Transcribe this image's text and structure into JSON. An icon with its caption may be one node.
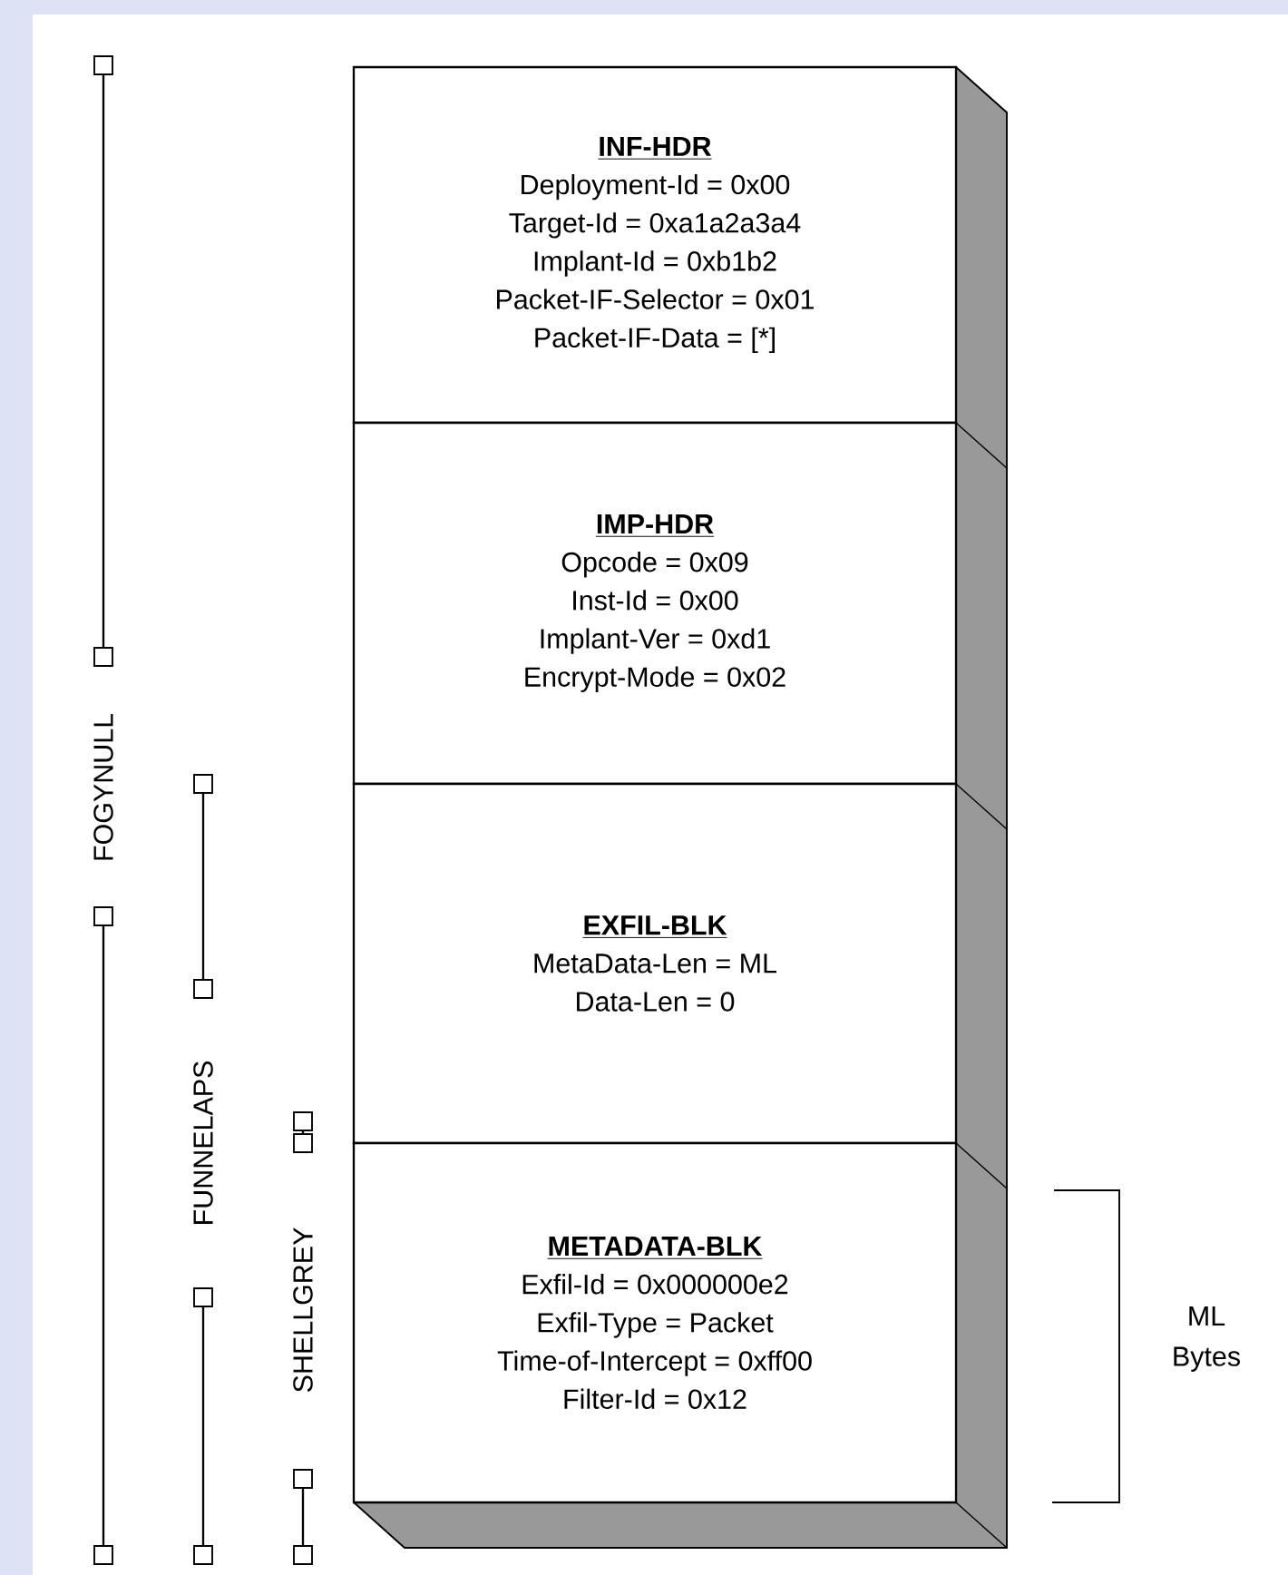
{
  "diagram": {
    "nodes": [
      {
        "text": [
          "INF-HDR",
          "Deployment-Id = 0x00",
          "Target-Id = 0xa1a2a3a4",
          "Implant-Id = 0xb1b2",
          "Packet-IF-Selector = 0x01",
          "Packet-IF-Data = [*]"
        ]
      },
      {
        "text": [
          "IMP-HDR",
          "Opcode = 0x09",
          "Inst-Id = 0x00",
          "Implant-Ver = 0xd1",
          "Encrypt-Mode = 0x02"
        ]
      },
      {
        "text": [
          "EXFIL-BLK",
          "MetaData-Len = ML",
          "Data-Len = 0"
        ]
      },
      {
        "text": [
          "METADATA-BLK",
          "Exfil-Id = 0x000000e2",
          "Exfil-Type = Packet",
          "Time-of-Intercept = 0xff00",
          "Filter-Id = 0x12"
        ]
      }
    ],
    "edges": [],
    "labels": [
      "FOGYNULL",
      "FUNNELAPS",
      "SHELLGREY",
      "ML Bytes"
    ]
  }
}
